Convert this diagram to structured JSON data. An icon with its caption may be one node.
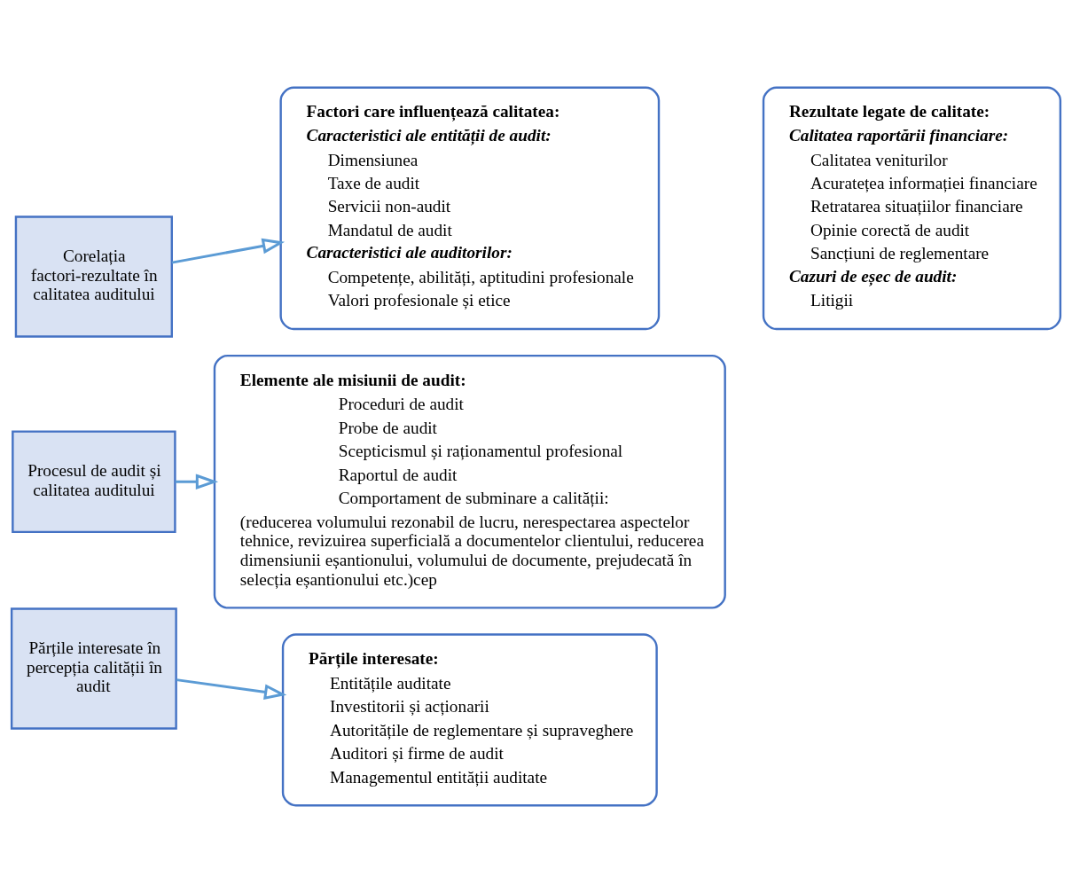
{
  "diagram": {
    "nodes": [
      {
        "text": [
          "Corelația factori-rezultate în calitatea auditului"
        ]
      },
      {
        "text": [
          "Factori care influențează calitatea:",
          "Caracteristici ale entității de audit:",
          "Dimensiunea",
          "Taxe de audit",
          "Servicii non-audit",
          "Mandatul de audit",
          "Caracteristici ale auditorilor:",
          "Competențe, abilități, aptitudini profesionale",
          "Valori profesionale și etice"
        ]
      },
      {
        "text": [
          "Rezultate legate de calitate:",
          "Calitatea raportării financiare:",
          "Calitatea veniturilor",
          "Acuratețea informației financiare",
          "Retratarea situațiilor financiare",
          "Opinie corectă de audit",
          "Sancțiuni de reglementare",
          "Cazuri de eșec de audit:",
          "Litigii"
        ]
      },
      {
        "text": [
          "Procesul de audit și calitatea auditului"
        ]
      },
      {
        "text": [
          "Elemente ale misiunii de audit:",
          "Proceduri de audit",
          "Probe de audit",
          "Scepticismul și raționamentul profesional",
          "Raportul de audit",
          "Comportament de subminare a calității:",
          "(reducerea volumului rezonabil de lucru, nerespectarea aspectelor tehnice, revizuirea superficială a documentelor clientului, reducerea dimensiunii eșantionului, volumului de documente, prejudecată în selecția eșantionului etc.)cep"
        ]
      },
      {
        "text": [
          "Părțile interesate în percepția calității în audit"
        ]
      },
      {
        "text": [
          "Părțile interesate:",
          "Entitățile auditate",
          "Investitorii și acționarii",
          "Autoritățile de reglementare și supraveghere",
          "Auditori și firme de audit",
          "Managementul entității auditate"
        ]
      }
    ],
    "edges": [
      {
        "from": 0,
        "to": 1,
        "arrow": "to"
      },
      {
        "from": 3,
        "to": 4,
        "arrow": "to"
      },
      {
        "from": 5,
        "to": 6,
        "arrow": "to"
      }
    ]
  }
}
